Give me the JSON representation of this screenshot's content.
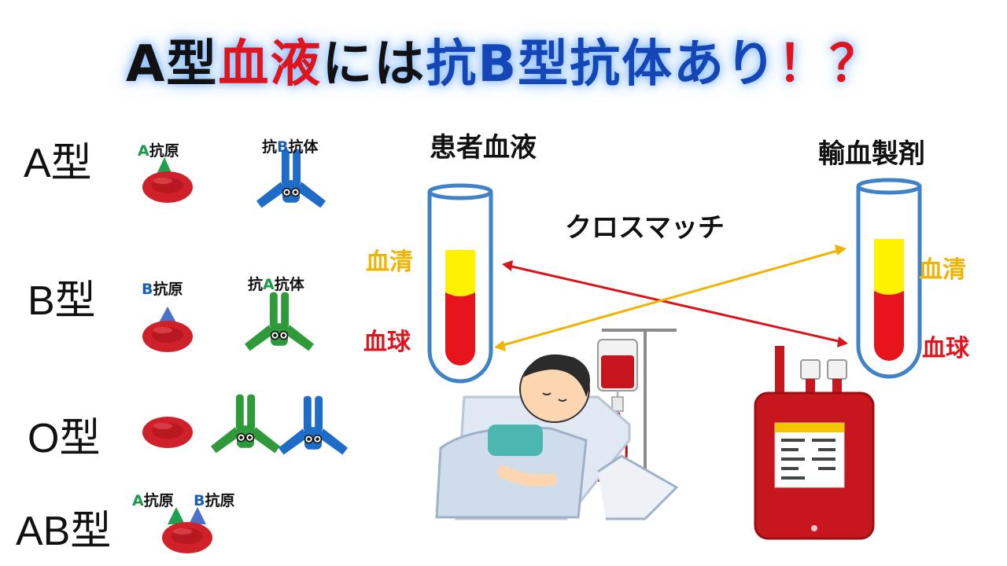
{
  "title": {
    "part1": "A型",
    "part2": "血液",
    "part3": "には",
    "part4": "抗B型抗体",
    "part5": "あり",
    "part6": "！？"
  },
  "blood_types": {
    "a": {
      "label": "A型",
      "antigen_letter": "A",
      "antigen_word": "抗原",
      "antibody_pre": "抗",
      "antibody_letter": "B",
      "antibody_post": "抗体"
    },
    "b": {
      "label": "B型",
      "antigen_letter": "B",
      "antigen_word": "抗原",
      "antibody_pre": "抗",
      "antibody_letter": "A",
      "antibody_post": "抗体"
    },
    "o": {
      "label": "O型"
    },
    "ab": {
      "label": "AB型",
      "antigen1_letter": "A",
      "antigen1_word": "抗原",
      "antigen2_letter": "B",
      "antigen2_word": "抗原"
    }
  },
  "crossmatch": {
    "patient_blood": "患者血液",
    "transfusion_product": "輸血製剤",
    "title": "クロスマッチ",
    "serum": "血清",
    "blood_cells": "血球"
  },
  "colors": {
    "red_cell": "#d0202a",
    "antigen_a": "#1fa04e",
    "antigen_b": "#4a72c8",
    "antibody_blue": "#1e6cc8",
    "antibody_green": "#2f9a3a",
    "serum_yellow": "#fff200",
    "blood_red": "#e8141c",
    "arrow_red": "#d8141c",
    "arrow_yellow": "#f0b400"
  }
}
